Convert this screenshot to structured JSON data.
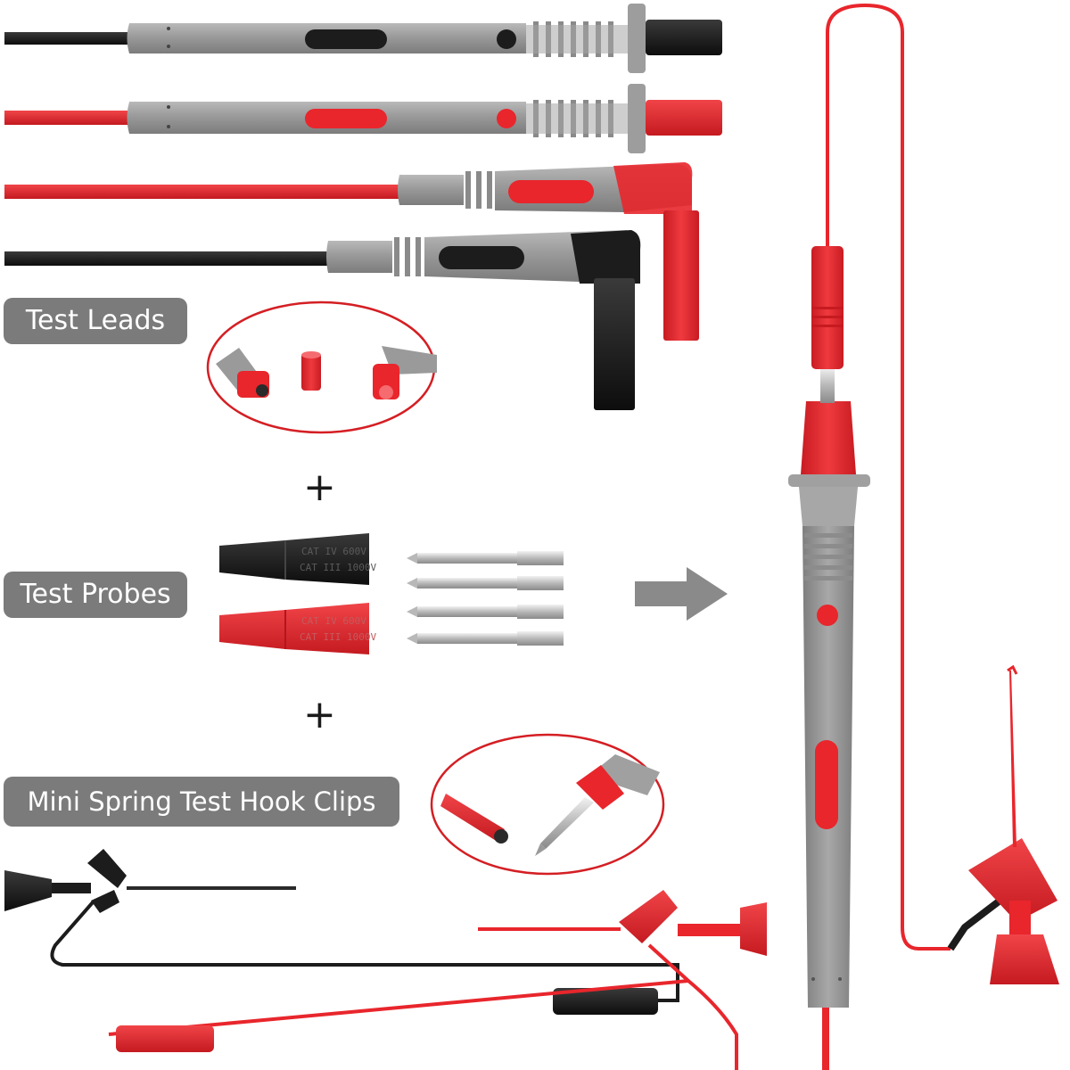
{
  "labels": {
    "test_leads": "Test Leads",
    "test_probes": "Test Probes",
    "hook_clips": "Mini Spring Test Hook Clips"
  },
  "connectors": {
    "plus_1": "+",
    "plus_2": "+"
  },
  "probe_marking": {
    "line1": "CAT IV 600V",
    "line2": "CAT III 1000V"
  },
  "colors": {
    "red": "#e8262c",
    "black": "#1b1b1b",
    "gray": "#9b9b9b",
    "badge": "#7b7b7b",
    "arrow": "#8a8a8a"
  }
}
